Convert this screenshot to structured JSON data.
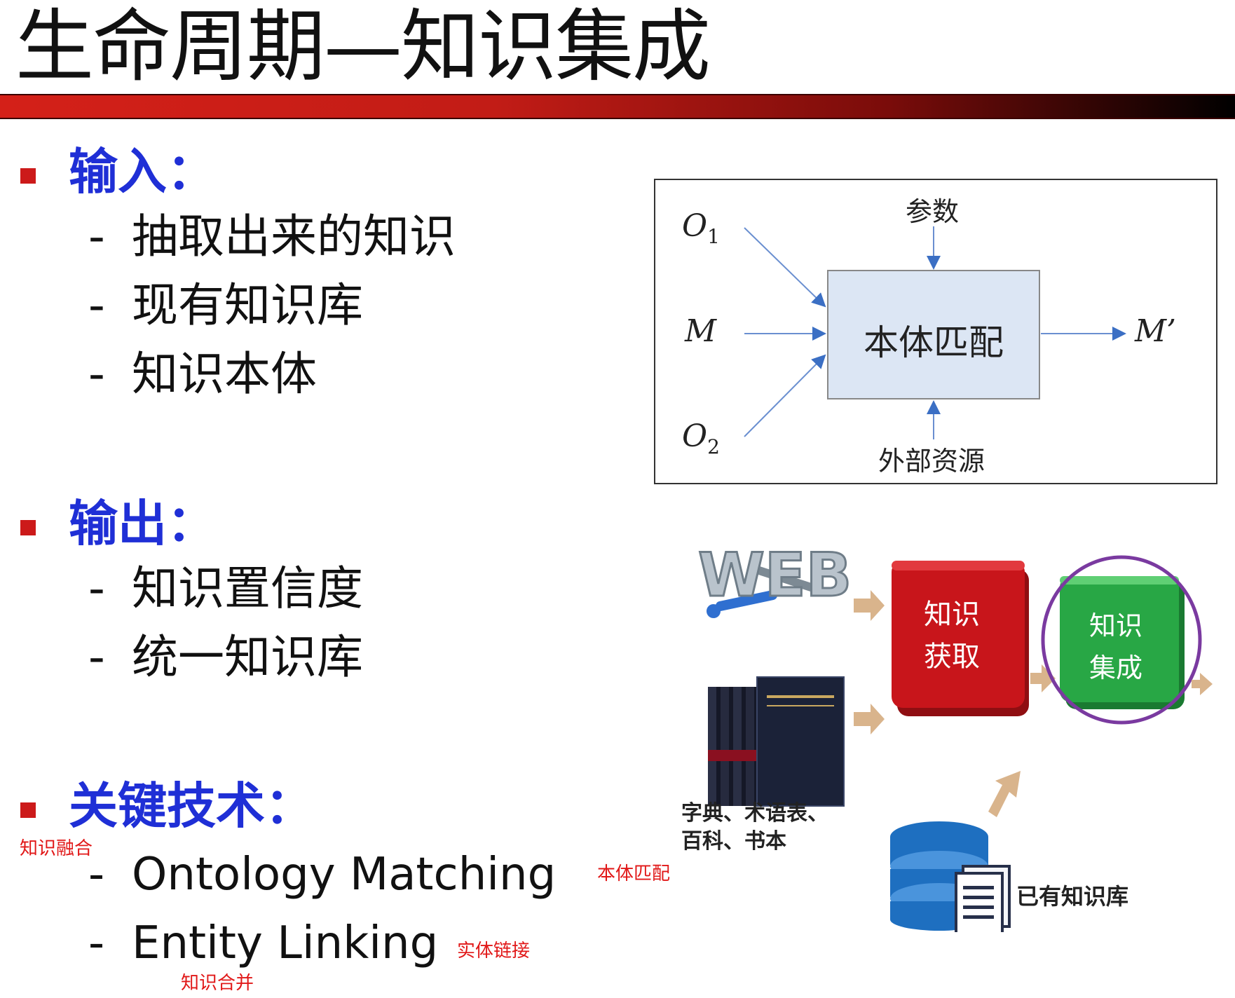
{
  "title": "生命周期—知识集成",
  "sections": [
    {
      "heading": "输入：",
      "items": [
        "抽取出来的知识",
        "现有知识库",
        "知识本体"
      ]
    },
    {
      "heading": "输出：",
      "items": [
        "知识置信度",
        "统一知识库"
      ]
    },
    {
      "heading": "关键技术：",
      "items": [
        "Ontology Matching",
        "Entity Linking"
      ]
    }
  ],
  "annotations": {
    "key_tech": "知识融合",
    "ontology_matching": "本体匹配",
    "entity_linking": "实体链接",
    "knowledge_merge": "知识合并"
  },
  "ontology_diagram": {
    "param": "参数",
    "center": "本体匹配",
    "external": "外部资源",
    "o1": "O",
    "o1_sub": "1",
    "m": "M",
    "o2": "O",
    "o2_sub": "2",
    "m_out": "M’"
  },
  "pipeline": {
    "web_logo": "WEB",
    "books_label_line1": "字典、术语表、",
    "books_label_line2": "百科、书本",
    "acquire_line1": "知识",
    "acquire_line2": "获取",
    "integrate_line1": "知识",
    "integrate_line2": "集成",
    "kb_label": "已有知识库"
  },
  "colors": {
    "heading": "#1f2fd6",
    "bullet": "#cc1a1a",
    "annotation": "#e11818",
    "acquire_block": "#c8151b",
    "integrate_block": "#28a745",
    "highlight_circle": "#7a3aa0",
    "arrow_tan": "#d9b48c",
    "db_blue": "#1e6fc0"
  }
}
